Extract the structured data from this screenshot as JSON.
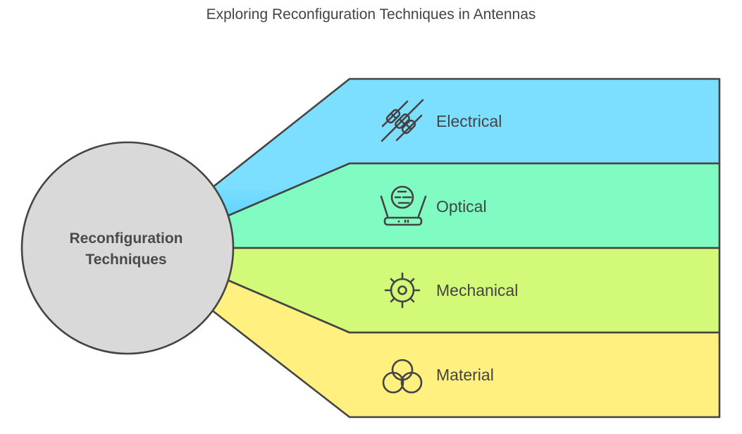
{
  "title": "Exploring Reconfiguration Techniques in Antennas",
  "center": {
    "line1": "Reconfiguration",
    "line2": "Techniques",
    "color": "#d9d9d9"
  },
  "outline_color": "#444444",
  "branches": [
    {
      "label": "Electrical",
      "icon": "resistors-icon",
      "color": "#7ddfff",
      "gradient_end": "#5cd3ff"
    },
    {
      "label": "Optical",
      "icon": "router-globe-icon",
      "color": "#80fbc1"
    },
    {
      "label": "Mechanical",
      "icon": "gear-sun-icon",
      "color": "#d2fa78"
    },
    {
      "label": "Material",
      "icon": "three-circles-icon",
      "color": "#fff080"
    }
  ]
}
